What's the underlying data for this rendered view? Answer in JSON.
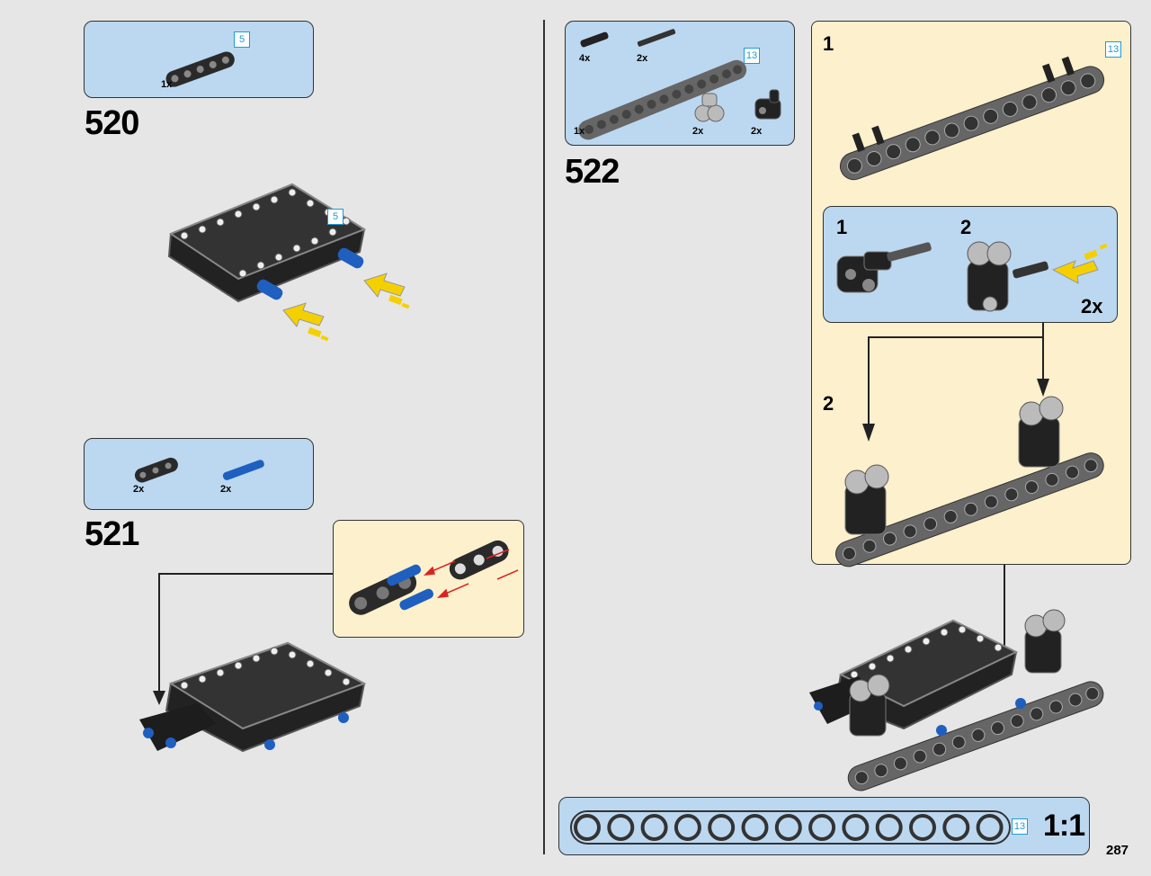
{
  "page_number": "287",
  "step520": {
    "number": "520",
    "parts": [
      {
        "qty": "1x",
        "name": "beam-5"
      }
    ],
    "length_label": "5",
    "model_length_label": "5"
  },
  "step521": {
    "number": "521",
    "parts": [
      {
        "qty": "2x",
        "name": "beam-3"
      },
      {
        "qty": "2x",
        "name": "blue-axle-pin"
      }
    ]
  },
  "step522": {
    "number": "522",
    "parts": [
      {
        "qty": "4x",
        "name": "black-pin"
      },
      {
        "qty": "2x",
        "name": "axle-pin"
      },
      {
        "qty": "1x",
        "name": "beam-13"
      },
      {
        "qty": "2x",
        "name": "grey-double-bush"
      },
      {
        "qty": "2x",
        "name": "black-connector"
      }
    ],
    "parts_length_label": "13",
    "sub1": {
      "number": "1",
      "length_label": "13"
    },
    "inner": {
      "sub1": "1",
      "sub2": "2",
      "multiplier": "2x"
    },
    "sub2": {
      "number": "2"
    }
  },
  "ruler": {
    "length_label": "13",
    "scale": "1:1",
    "holes": 13
  },
  "colors": {
    "parts_bg": "#bcd8f0",
    "sub_bg": "#fdf0cc",
    "arrow": "#f5d000",
    "blue_part": "#1f5fbf",
    "length_box": "#1e9bd7"
  }
}
